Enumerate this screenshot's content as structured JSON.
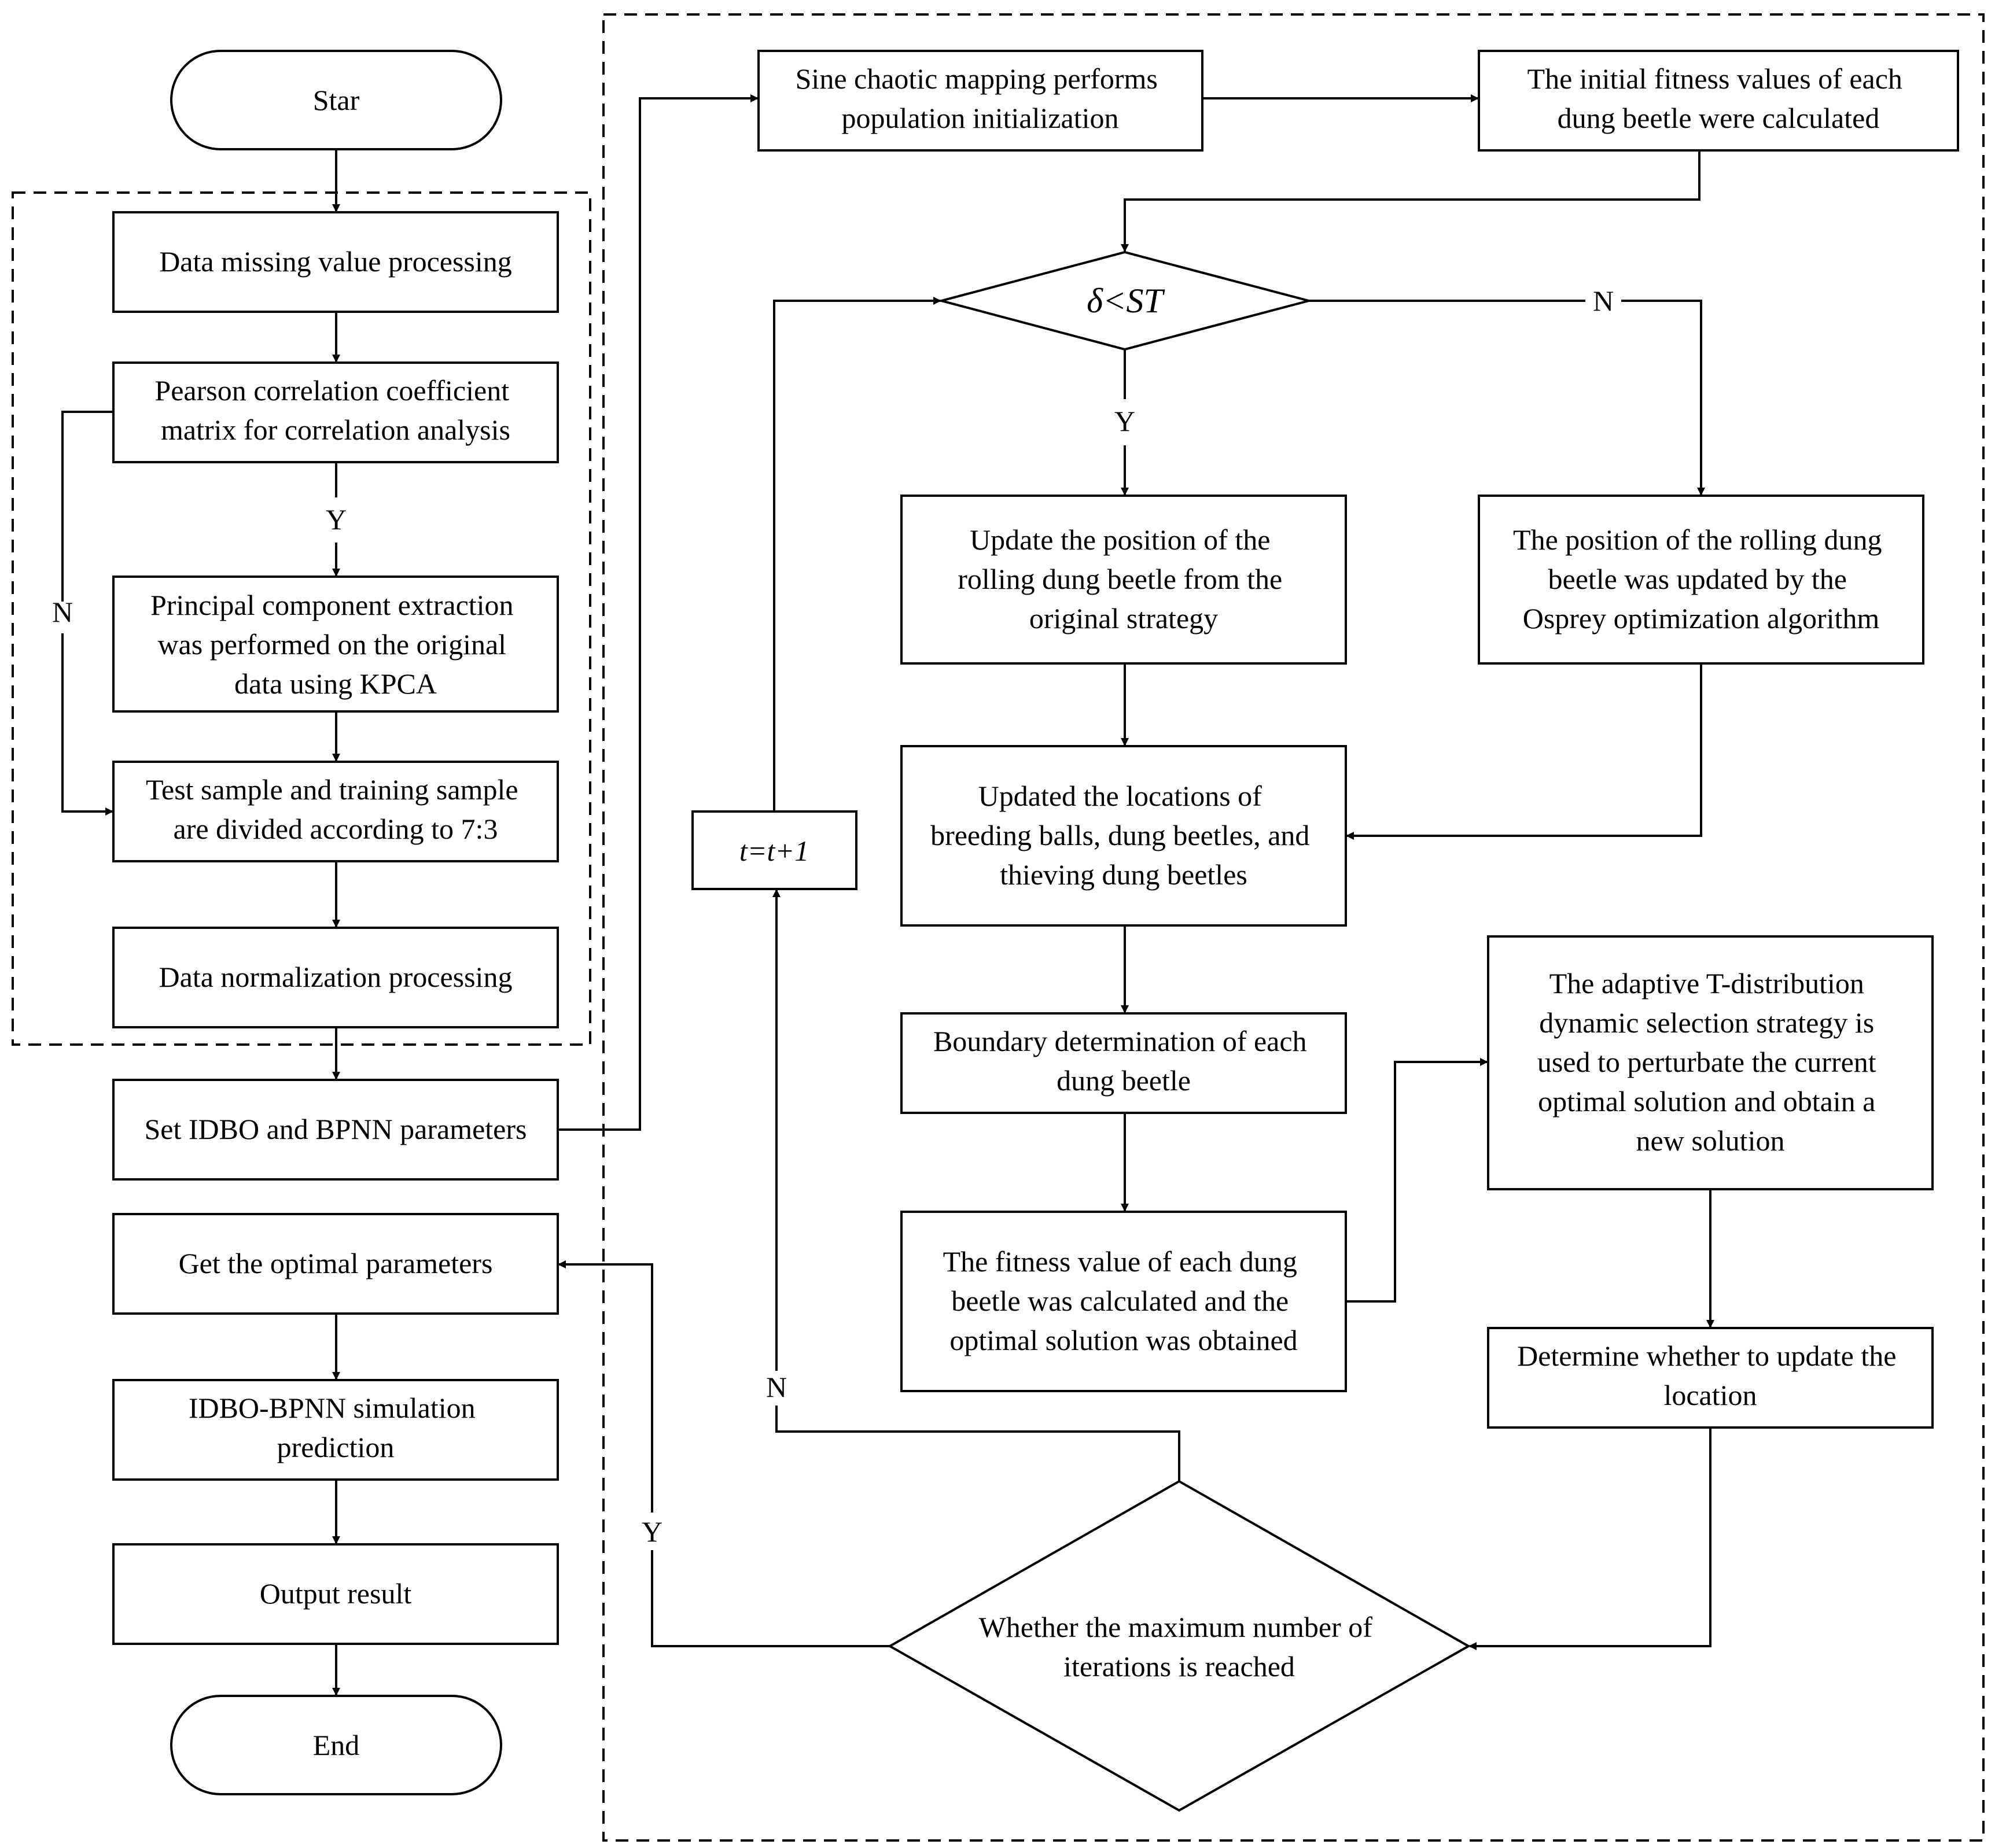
{
  "nodes": {
    "start": "Star",
    "missing": [
      "Data missing value processing"
    ],
    "pearson": [
      "Pearson correlation coefficient",
      "matrix for correlation analysis"
    ],
    "kpca": [
      "Principal component extraction",
      "was performed on the original",
      "data using KPCA"
    ],
    "split": [
      "Test sample and training sample",
      "are divided according to 7:3"
    ],
    "normalize": [
      "Data normalization processing"
    ],
    "setparams": [
      "Set IDBO and BPNN parameters"
    ],
    "optimal": [
      "Get the optimal parameters"
    ],
    "predict": [
      "IDBO-BPNN simulation",
      "prediction"
    ],
    "output": [
      "Output result"
    ],
    "end": "End",
    "sine": [
      "Sine chaotic mapping performs",
      "population initialization"
    ],
    "initfit": [
      "The initial fitness values of each",
      "dung beetle were calculated"
    ],
    "decision1": "δ<ST",
    "update_orig": [
      "Update the position of the",
      "rolling dung beetle from the",
      "original strategy"
    ],
    "update_osprey": [
      "The position of the rolling dung",
      "beetle was updated by the",
      "Osprey optimization algorithm"
    ],
    "update_loc": [
      "Updated the locations of",
      "breeding balls, dung beetles, and",
      "thieving dung beetles"
    ],
    "boundary": [
      "Boundary determination of each",
      "dung beetle"
    ],
    "fitness": [
      "The fitness value of each dung",
      "beetle was calculated and the",
      "optimal solution was obtained"
    ],
    "tdist": [
      "The adaptive T-distribution",
      "dynamic selection strategy is",
      "used to perturbate the current",
      "optimal solution and obtain a",
      "new solution"
    ],
    "determine": [
      "Determine whether to update the",
      "location"
    ],
    "decision2": [
      "Whether the maximum number of",
      "iterations is reached"
    ],
    "counter": "t=t+1"
  },
  "labels": {
    "pearson_yes": "Y",
    "pearson_no": "N",
    "d1_yes": "Y",
    "d1_no": "N",
    "d2_no": "N",
    "d2_yes": "Y"
  }
}
